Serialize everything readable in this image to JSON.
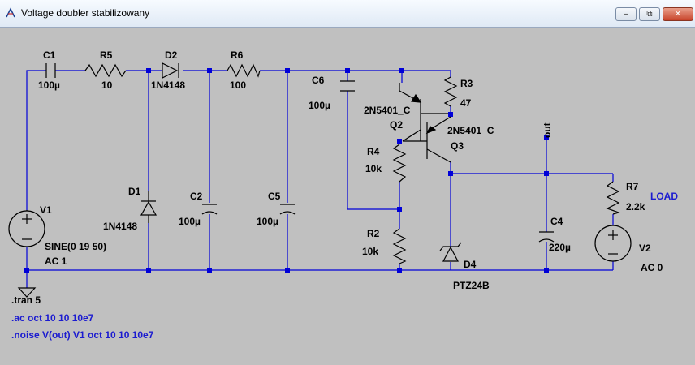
{
  "window": {
    "title": "Voltage doubler stabilizowany",
    "minimize_glyph": "–",
    "restore_glyph": "⧉",
    "close_glyph": "✕"
  },
  "components": {
    "C1": {
      "name": "C1",
      "value": "100µ"
    },
    "R5": {
      "name": "R5",
      "value": "10"
    },
    "D2": {
      "name": "D2",
      "value": "1N4148"
    },
    "R6": {
      "name": "R6",
      "value": "100"
    },
    "C6": {
      "name": "C6",
      "value": "100µ"
    },
    "R3": {
      "name": "R3",
      "value": "47"
    },
    "Q2": {
      "name": "Q2",
      "value": "2N5401_C"
    },
    "Q3": {
      "name": "Q3",
      "value": "2N5401_C"
    },
    "R4": {
      "name": "R4",
      "value": "10k"
    },
    "R2": {
      "name": "R2",
      "value": "10k"
    },
    "D1": {
      "name": "D1",
      "value": "1N4148"
    },
    "C2": {
      "name": "C2",
      "value": "100µ"
    },
    "C5": {
      "name": "C5",
      "value": "100µ"
    },
    "C4": {
      "name": "C4",
      "value": "220µ"
    },
    "D4": {
      "name": "D4",
      "value": "PTZ24B"
    },
    "R7": {
      "name": "R7",
      "value": "2.2k"
    },
    "V1": {
      "name": "V1",
      "value1": "SINE(0 19 50)",
      "value2": "AC 1"
    },
    "V2": {
      "name": "V2",
      "value": "AC 0"
    }
  },
  "labels": {
    "out": "out",
    "load": "LOAD"
  },
  "directives": {
    "tran": ".tran 5",
    "ac": ".ac oct 10 10 10e7",
    "noise": ".noise V(out) V1 oct 10 10 10e7"
  },
  "colors": {
    "wire": "#0000d8",
    "component": "#000000",
    "directive": "#1b1bd0",
    "background": "#c0c0c0"
  }
}
